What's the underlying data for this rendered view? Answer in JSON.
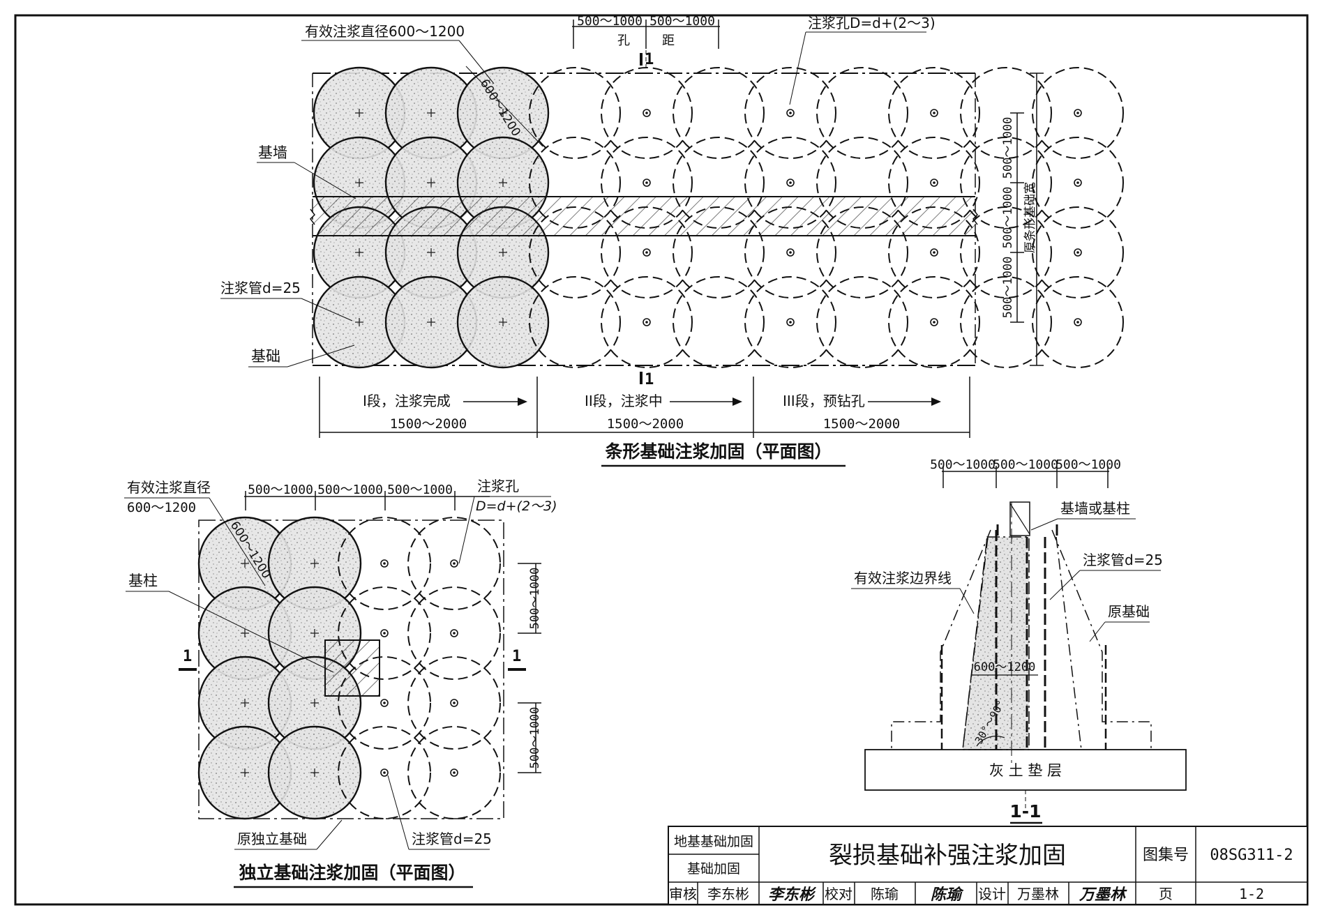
{
  "strip": {
    "title": "条形基础注浆加固（平面图）",
    "eff_diameter": "有效注浆直径600～1200",
    "diag_dim": "600～1200",
    "hole_label": "注浆孔D=d+(2～3)",
    "hole_spacing_left": "500～1000",
    "hole_spacing_right": "500～1000",
    "kong": "孔",
    "ju": "距",
    "section_mark": "1",
    "wall_label": "基墙",
    "pipe_label": "注浆管d=25",
    "foundation_label": "基础",
    "stage1": "I段，注浆完成",
    "stage2": "II段，注浆中",
    "stage3": "III段，预钻孔",
    "stage_len": "1500～2000",
    "right_dims": [
      "500～1000",
      "500～1000",
      "500～1000"
    ],
    "width_label": "原条形基础宽"
  },
  "isolated": {
    "title": "独立基础注浆加固（平面图）",
    "eff_diameter_1": "有效注浆直径",
    "eff_diameter_2": "600～1200",
    "top_dims": [
      "500～1000",
      "500～1000",
      "500～1000"
    ],
    "hole_label_1": "注浆孔",
    "hole_label_2": "D=d+(2～3)",
    "diag_dim": "600～1200",
    "column_label": "基柱",
    "section_mark": "1",
    "right_dims": [
      "500～1000",
      "500～1000"
    ],
    "orig_label": "原独立基础",
    "pipe_label": "注浆管d=25"
  },
  "section": {
    "title": "1-1",
    "top_dims": [
      "500～1000",
      "500～1000",
      "500～1000"
    ],
    "wall_label": "基墙或基柱",
    "boundary_label": "有效注浆边界线",
    "pipe_label": "注浆管d=25",
    "orig_label": "原基础",
    "inner_dim": "600～1200",
    "angle": "30°～90°",
    "base_label": "灰 土 垫 层"
  },
  "titleblock": {
    "cat1": "地基基础加固",
    "cat2": "基础加固",
    "main_title": "裂损基础补强注浆加固",
    "atlas_label": "图集号",
    "atlas_no": "08SG311-2",
    "review_label": "审核",
    "reviewer": "李东彬",
    "review_sig": "李东彬",
    "check_label": "校对",
    "checker": "陈瑜",
    "check_sig": "陈瑜",
    "design_label": "设计",
    "designer": "万墨林",
    "design_sig": "万墨林",
    "page_label": "页",
    "page_no": "1-2"
  }
}
